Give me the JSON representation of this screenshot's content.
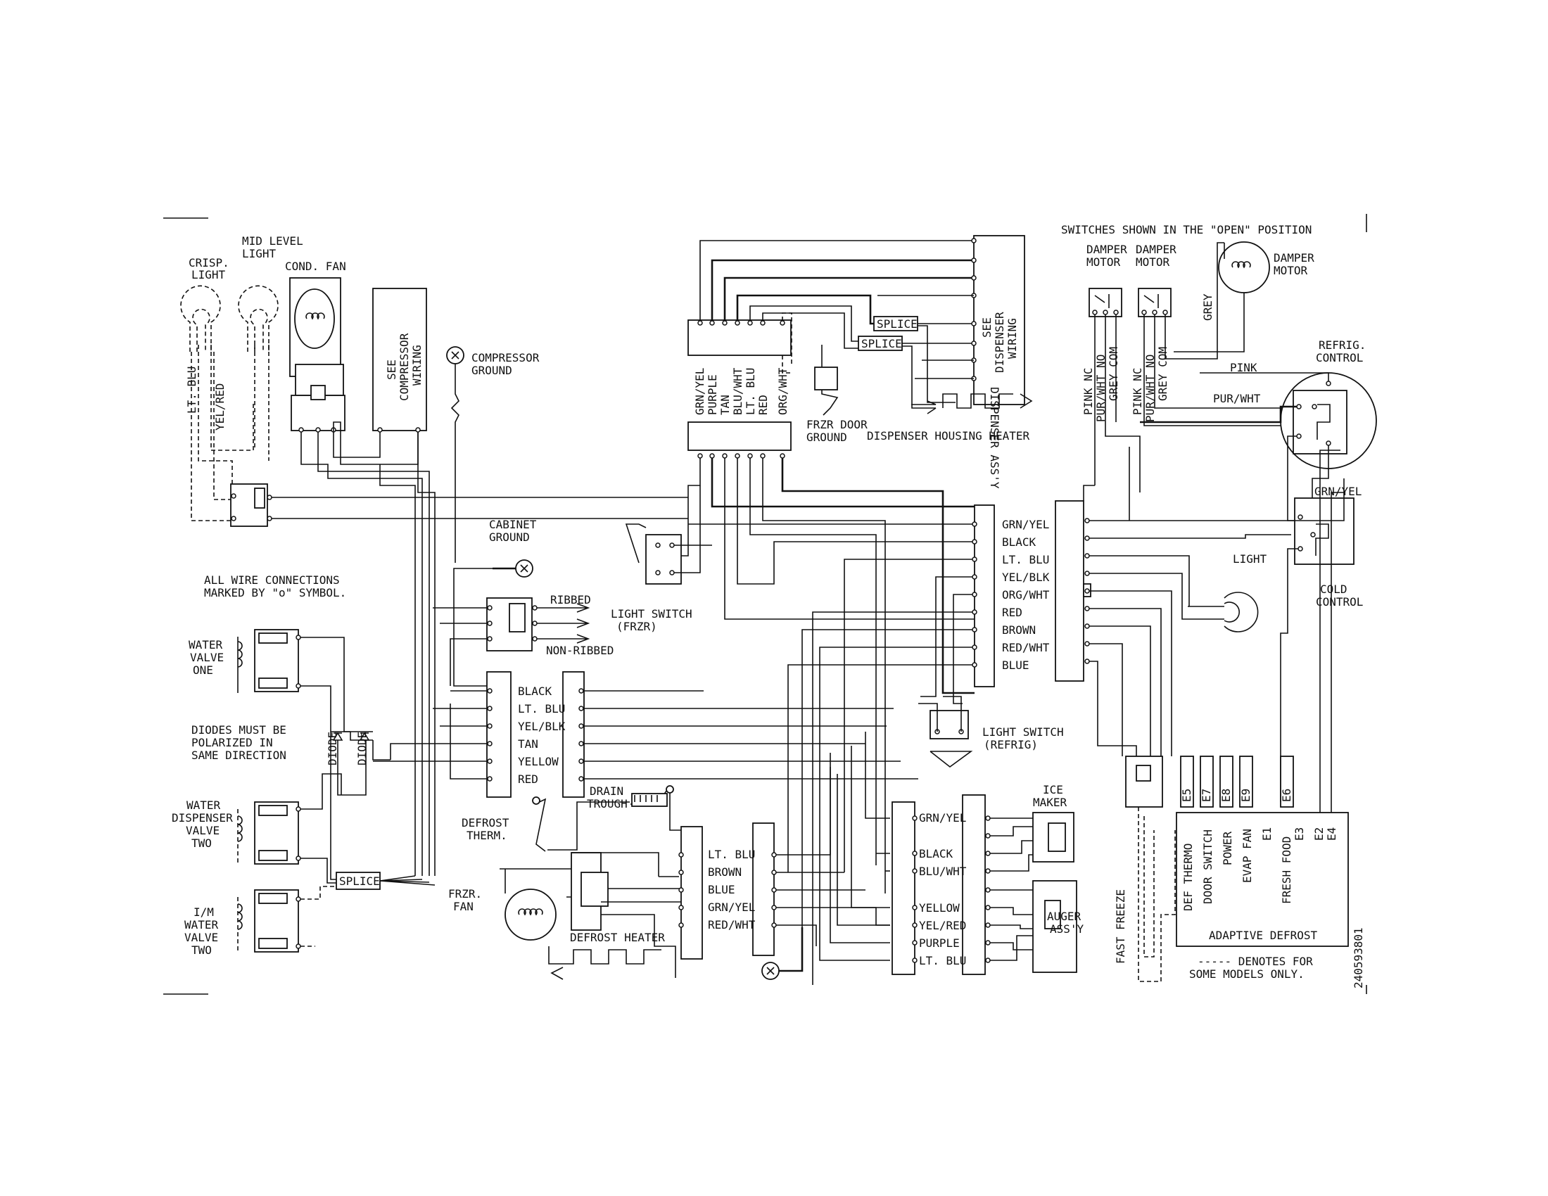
{
  "notes": {
    "switches_open": "SWITCHES SHOWN IN THE \"OPEN\" POSITION",
    "connections_1": "ALL WIRE CONNECTIONS",
    "connections_2": "MARKED BY \"o\" SYMBOL.",
    "diodes_1": "DIODES MUST BE",
    "diodes_2": "POLARIZED IN",
    "diodes_3": "SAME DIRECTION",
    "dashed_1": "----- DENOTES FOR",
    "dashed_2": "SOME MODELS ONLY.",
    "part_number": "240593801"
  },
  "components": {
    "crisp_light_1": "CRISP.",
    "crisp_light_2": "LIGHT",
    "mid_level_1": "MID LEVEL",
    "mid_level_2": "LIGHT",
    "cond_fan": "COND. FAN",
    "see_compressor_1": "SEE",
    "see_compressor_2": "COMPRESSOR",
    "see_compressor_3": "WIRING",
    "compressor_ground_1": "COMPRESSOR",
    "compressor_ground_2": "GROUND",
    "cabinet_ground_1": "CABINET",
    "cabinet_ground_2": "GROUND",
    "ribbed": "RIBBED",
    "non_ribbed": "NON-RIBBED",
    "water_valve_one": [
      "WATER",
      "VALVE",
      "ONE"
    ],
    "diode": "DIODE",
    "water_dispenser_valve_two": [
      "WATER",
      "DISPENSER",
      "VALVE",
      "TWO"
    ],
    "im_water_valve_two": [
      "I/M",
      "WATER",
      "VALVE",
      "TWO"
    ],
    "splice": "SPLICE",
    "light_switch_frzr_1": "LIGHT SWITCH",
    "light_switch_frzr_2": "(FRZR)",
    "frzr_door_ground_1": "FRZR DOOR",
    "frzr_door_ground_2": "GROUND",
    "dispenser_housing_heater": "DISPENSER HOUSING HEATER",
    "dispenser_assy": "DISPENSER ASS'Y",
    "see_dispenser_1": "SEE",
    "see_dispenser_2": "DISPENSER",
    "see_dispenser_3": "WIRING",
    "light_switch_refrig_1": "LIGHT SWITCH",
    "light_switch_refrig_2": "(REFRIG)",
    "drain_trough_1": "DRAIN",
    "drain_trough_2": "TROUGH",
    "defrost_therm_1": "DEFROST",
    "defrost_therm_2": "THERM.",
    "frzr_fan_1": "FRZR.",
    "frzr_fan_2": "FAN",
    "defrost_heater": "DEFROST HEATER",
    "ice_maker_1": "ICE",
    "ice_maker_2": "MAKER",
    "auger_assy_1": "AUGER",
    "auger_assy_2": "ASS'Y",
    "damper_motor_1": "DAMPER",
    "damper_motor_2": "MOTOR",
    "refrig_control_1": "REFRIG.",
    "refrig_control_2": "CONTROL",
    "cold_control_1": "COLD",
    "cold_control_2": "CONTROL",
    "light": "LIGHT",
    "fast_freeze": "FAST FREEZE",
    "adaptive_defrost": "ADAPTIVE DEFROST"
  },
  "wire_labels": {
    "lamp_wires": [
      "LT. BLU",
      "YEL/RED"
    ],
    "left_block": [
      "BLACK",
      "LT. BLU",
      "YEL/BLK",
      "TAN",
      "YELLOW",
      "RED"
    ],
    "top_block": [
      "GRN/YEL",
      "PURPLE",
      "TAN",
      "BLU/WHT",
      "LT. BLU",
      "RED",
      "ORG/WHT"
    ],
    "right_block": [
      "GRN/YEL",
      "BLACK",
      "LT. BLU",
      "YEL/BLK",
      "ORG/WHT",
      "RED",
      "BROWN",
      "RED/WHT",
      "BLUE"
    ],
    "frzr_block": [
      "LT. BLU",
      "BROWN",
      "BLUE",
      "GRN/YEL",
      "RED/WHT"
    ],
    "icemaker_block_a": [
      "GRN/YEL",
      "BLACK",
      "BLU/WHT"
    ],
    "icemaker_block_b": [
      "YELLOW",
      "YEL/RED",
      "PURPLE",
      "LT. BLU"
    ],
    "damper_switch_wires": [
      "PINK NC",
      "PUR/WHT NO",
      "GREY COM"
    ],
    "grey": "GREY",
    "pink": "PINK",
    "pur_wht": "PUR/WHT",
    "grn_yel": "GRN/YEL"
  },
  "control_board": {
    "plugs": [
      "E5",
      "E7",
      "E8",
      "E9",
      "E6"
    ],
    "functions": [
      "DEF THERMO",
      "DOOR SWITCH",
      "POWER",
      "EVAP FAN",
      "E1",
      "FRESH FOOD",
      "E3",
      "E2",
      "E4"
    ]
  }
}
